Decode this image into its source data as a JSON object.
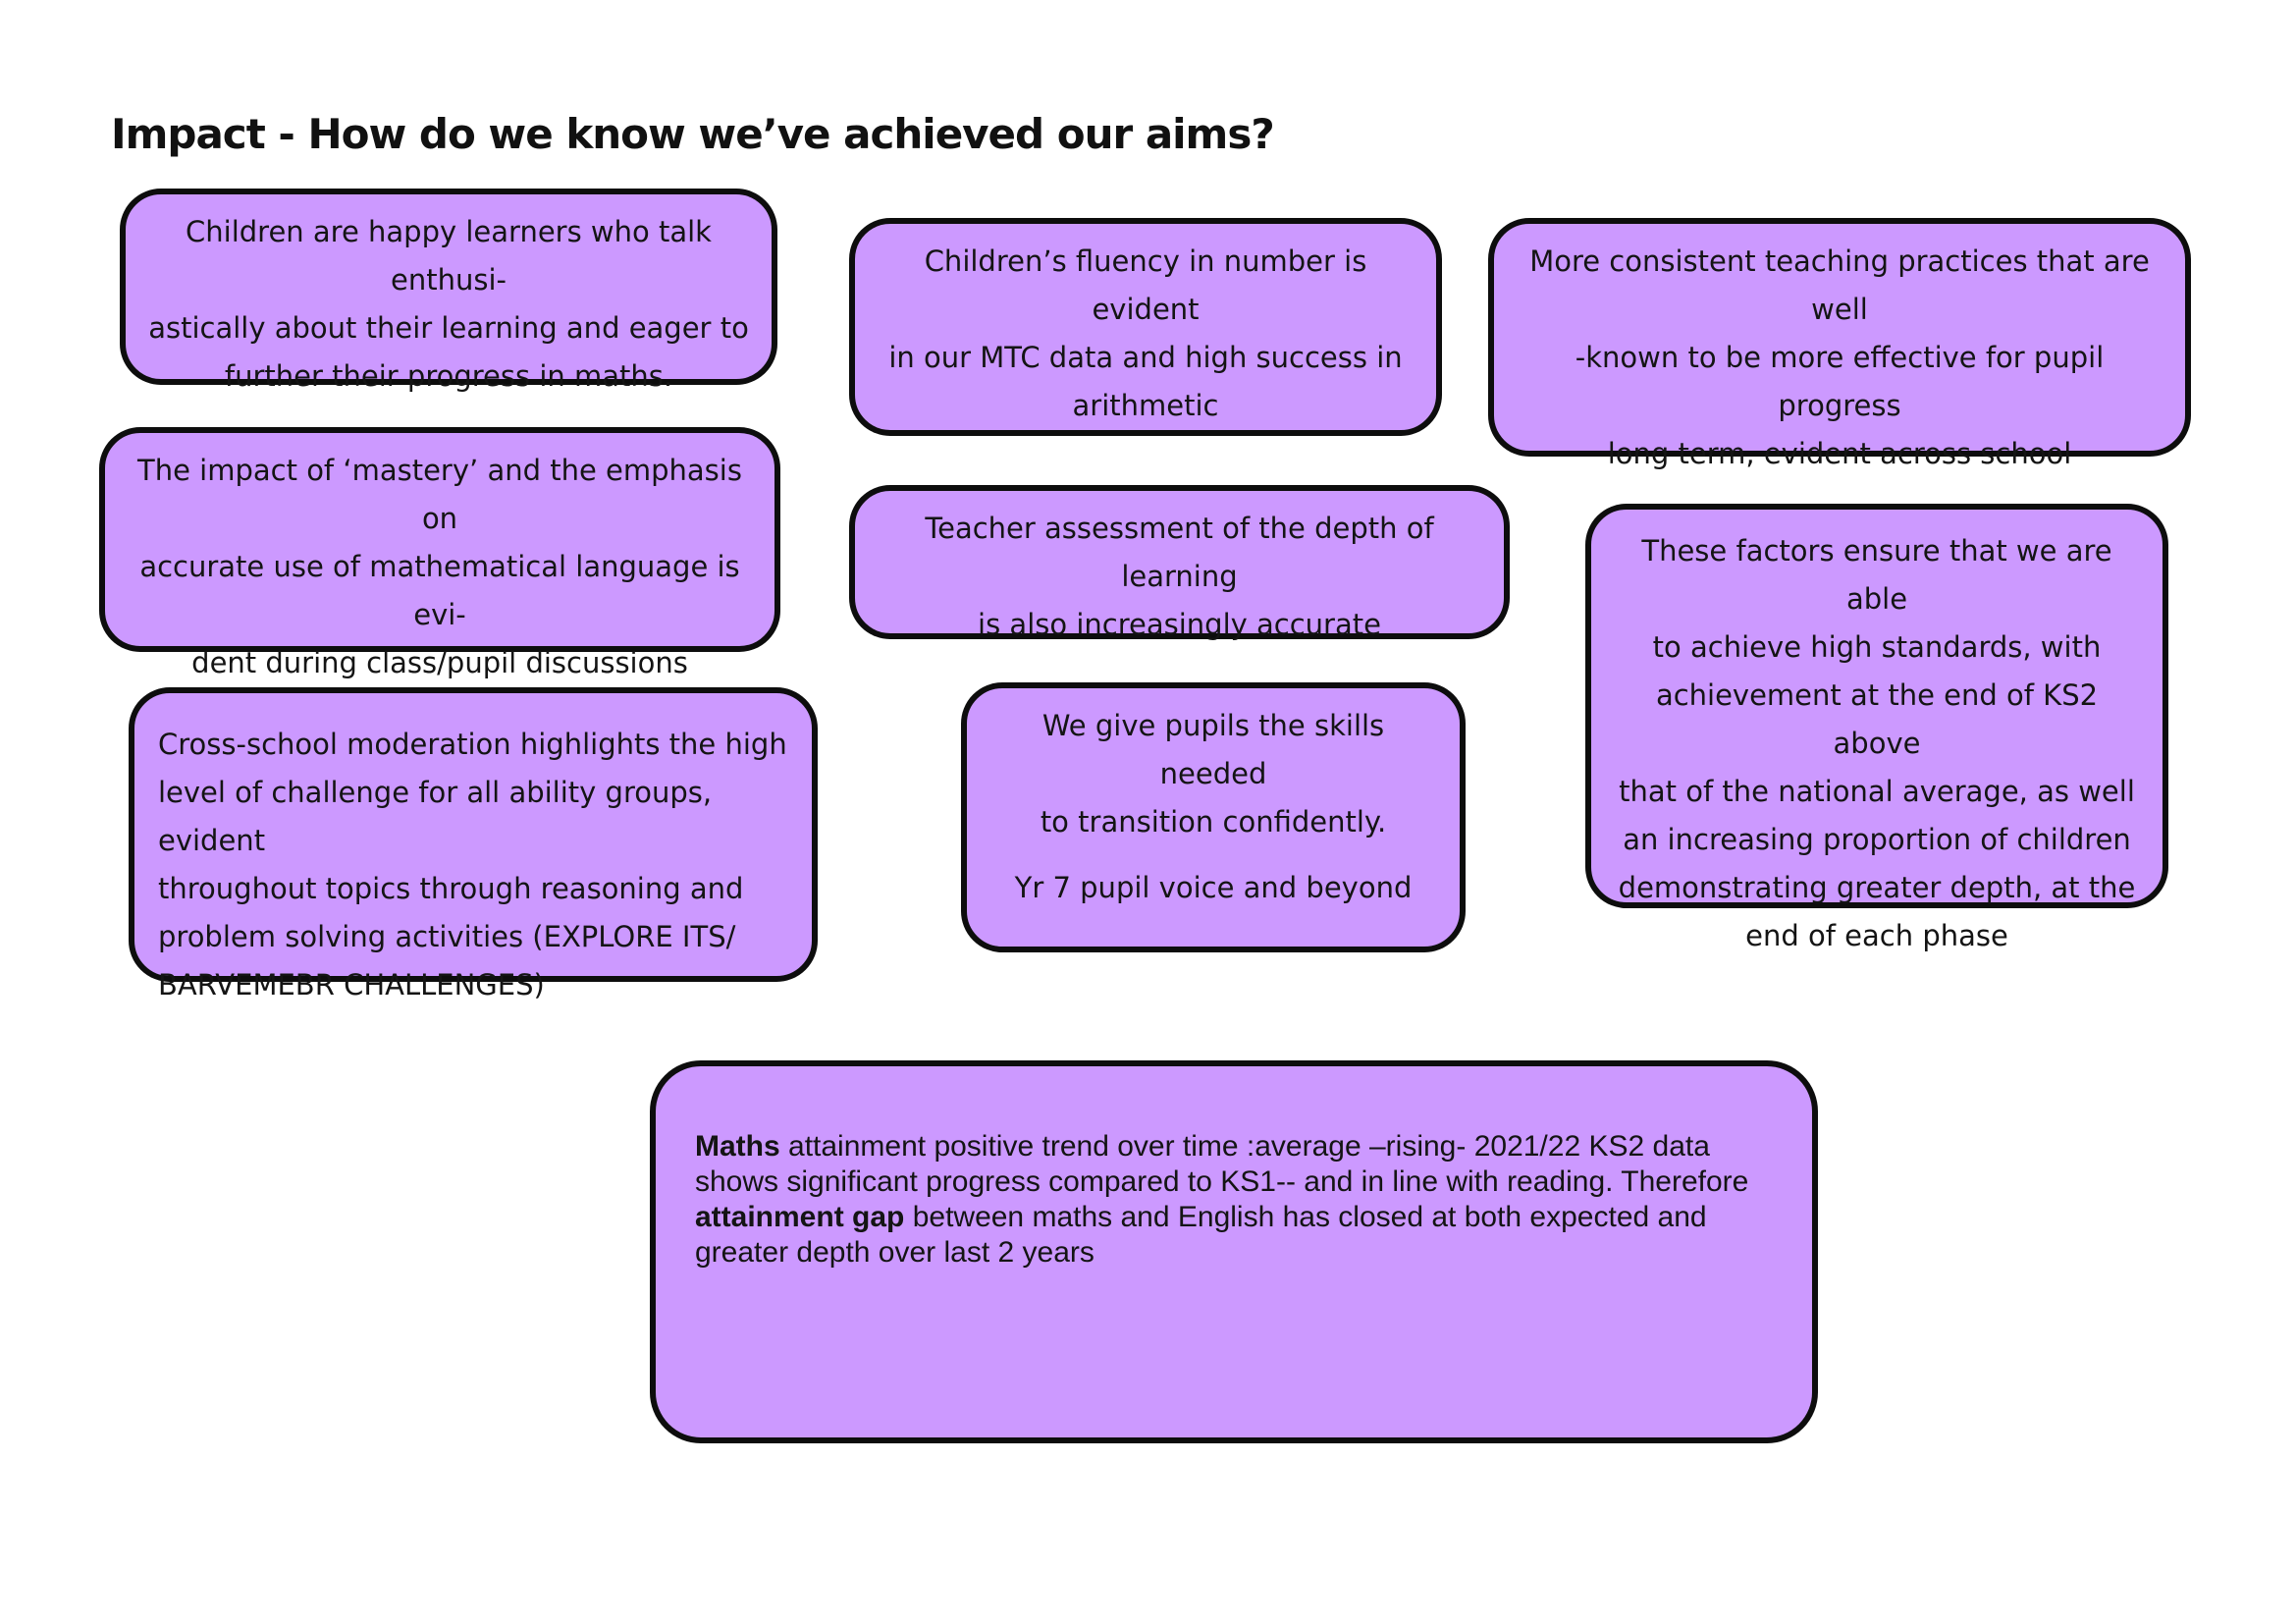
{
  "page": {
    "title": "Impact - How do we know we’ve achieved our aims?"
  },
  "boxes": {
    "happy_learners": {
      "lines": [
        "Children are happy learners who talk enthusi-",
        "astically about their learning and eager to",
        "further their progress in maths."
      ]
    },
    "fluency": {
      "lines": [
        "Children’s fluency in number is evident",
        "in our MTC data and high success in",
        "arithmetic"
      ]
    },
    "teaching_practices": {
      "lines": [
        "More consistent teaching practices that are well",
        "-known to be more effective for pupil progress",
        "long term, evident across school"
      ]
    },
    "mastery": {
      "lines": [
        "The impact of ‘mastery’ and the emphasis on",
        "accurate use of mathematical language is evi-",
        "dent during class/pupil discussions"
      ]
    },
    "teacher_assessment": {
      "lines": [
        "Teacher assessment of the depth of learning",
        "is also increasingly accurate"
      ]
    },
    "high_standards": {
      "lines": [
        "These factors ensure that we are able",
        "to achieve high standards, with",
        "achievement at the end of KS2 above",
        "that of the national average, as well",
        "an increasing proportion of children",
        "demonstrating greater depth, at the",
        "end of each phase"
      ]
    },
    "moderation": {
      "lines": [
        "Cross-school moderation highlights the high",
        "level of challenge for all ability groups, evident",
        "throughout topics through reasoning and",
        "problem solving activities  (EXPLORE ITS/",
        "BARVEMEBR CHALLENGES)"
      ]
    },
    "transition": {
      "lines": [
        "We give pupils the skills needed",
        "to transition confidently."
      ],
      "note": "Yr 7 pupil voice and beyond"
    },
    "attainment": {
      "bold_1": "Maths",
      "text_1": " attainment positive trend over time :average –rising- 2021/22 KS2 data shows significant progress compared to KS1-- and in line with reading. Therefore ",
      "bold_2": "attainment gap",
      "text_2": " between maths and English has closed at both expected and greater depth over last 2 years"
    }
  },
  "colors": {
    "box_fill": "#cc99ff",
    "box_border": "#0d0d0d"
  }
}
